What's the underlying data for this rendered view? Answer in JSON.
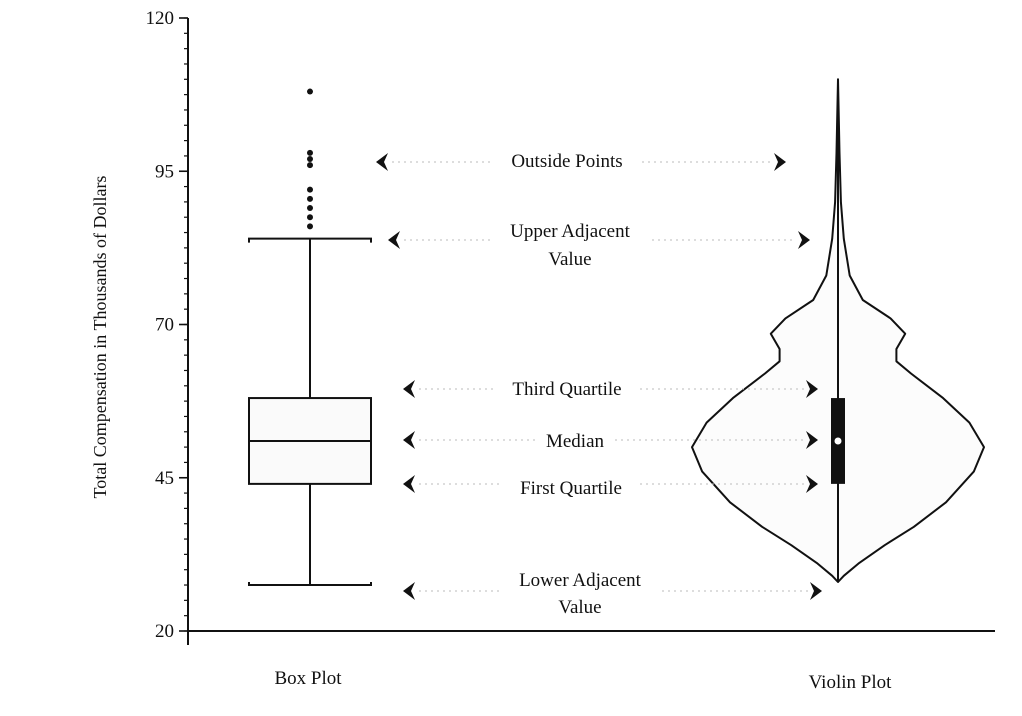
{
  "y_axis": {
    "label": "Total Compensation in Thousands of Dollars",
    "min": 20,
    "max": 120,
    "major_ticks": [
      20,
      45,
      70,
      95,
      120
    ],
    "minor_step": 2.5
  },
  "categories": [
    "Box Plot",
    "Violin Plot"
  ],
  "annotations": {
    "outside_points": "Outside Points",
    "upper_adjacent": [
      "Upper Adjacent",
      "Value"
    ],
    "third_quartile": "Third Quartile",
    "median": "Median",
    "first_quartile": "First Quartile",
    "lower_adjacent": [
      "Lower Adjacent",
      "Value"
    ]
  },
  "chart_data": {
    "type": "box-and-violin",
    "ylabel": "Total Compensation in Thousands of Dollars",
    "ylim": [
      20,
      120
    ],
    "box": {
      "lower_adjacent": 27.5,
      "first_quartile": 44,
      "median": 51,
      "third_quartile": 58,
      "upper_adjacent": 84,
      "outside_points": [
        86,
        87.5,
        89,
        90.5,
        92,
        96,
        97,
        98,
        108
      ]
    },
    "violin": {
      "min": 28,
      "max": 110,
      "first_quartile": 44,
      "median": 51,
      "third_quartile": 58,
      "density_profile": [
        {
          "y": 28,
          "w": 0.0
        },
        {
          "y": 29,
          "w": 0.04
        },
        {
          "y": 31,
          "w": 0.14
        },
        {
          "y": 34,
          "w": 0.32
        },
        {
          "y": 37,
          "w": 0.52
        },
        {
          "y": 41,
          "w": 0.74
        },
        {
          "y": 46,
          "w": 0.93
        },
        {
          "y": 50,
          "w": 1.0
        },
        {
          "y": 54,
          "w": 0.9
        },
        {
          "y": 58,
          "w": 0.72
        },
        {
          "y": 62,
          "w": 0.5
        },
        {
          "y": 64,
          "w": 0.4
        },
        {
          "y": 66,
          "w": 0.4
        },
        {
          "y": 68.5,
          "w": 0.46
        },
        {
          "y": 71,
          "w": 0.36
        },
        {
          "y": 74,
          "w": 0.17
        },
        {
          "y": 78,
          "w": 0.08
        },
        {
          "y": 84,
          "w": 0.04
        },
        {
          "y": 90,
          "w": 0.02
        },
        {
          "y": 98,
          "w": 0.01
        },
        {
          "y": 110,
          "w": 0.0
        }
      ]
    }
  }
}
